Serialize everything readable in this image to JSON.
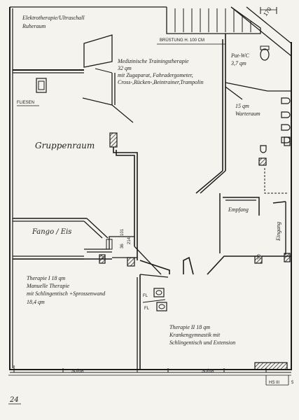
{
  "rooms": {
    "elektro": [
      "Elektrotherapie/Ultraschall",
      "Ruheraum"
    ],
    "training": [
      "Medizinische Trainingstherapie",
      "32 qm",
      "mit Zugaparat, Fahradergometer,",
      "Cross-,Rücken-,Beintrainer,Trampolin"
    ],
    "patwc": [
      "Pat-WC",
      "3,7 qm"
    ],
    "warte": [
      "15 qm",
      "Warteraum"
    ],
    "gruppen": "Gruppenraum",
    "fango": "Fango / Eis",
    "empfang": "Empfang",
    "eingang": "Eingang",
    "therapie1": [
      "Therapie I   18 qm",
      "Manuelle Therapie",
      "mit Schlingentisch +Sprossenwand",
      "18,4 qm"
    ],
    "therapie2": [
      "Therapie II 18 qm",
      "Krankengymnastik mit",
      "Schlingentisch  und Extension"
    ]
  },
  "annotations": {
    "bruestung": "BRÜSTUNG H. 100 CM",
    "fliesen": "FLIESEN",
    "stair_dim": "170",
    "dim_left": "30",
    "dim_right": "30",
    "dim_36": "36",
    "dim_101": "101",
    "dim_214": "214",
    "dim_bottom_left": "30/68",
    "dim_bottom_right": "30/68",
    "fl_1": "FL",
    "fl_2": "FL",
    "hs": "HS III",
    "hs_num": "5",
    "page_num": "24"
  }
}
